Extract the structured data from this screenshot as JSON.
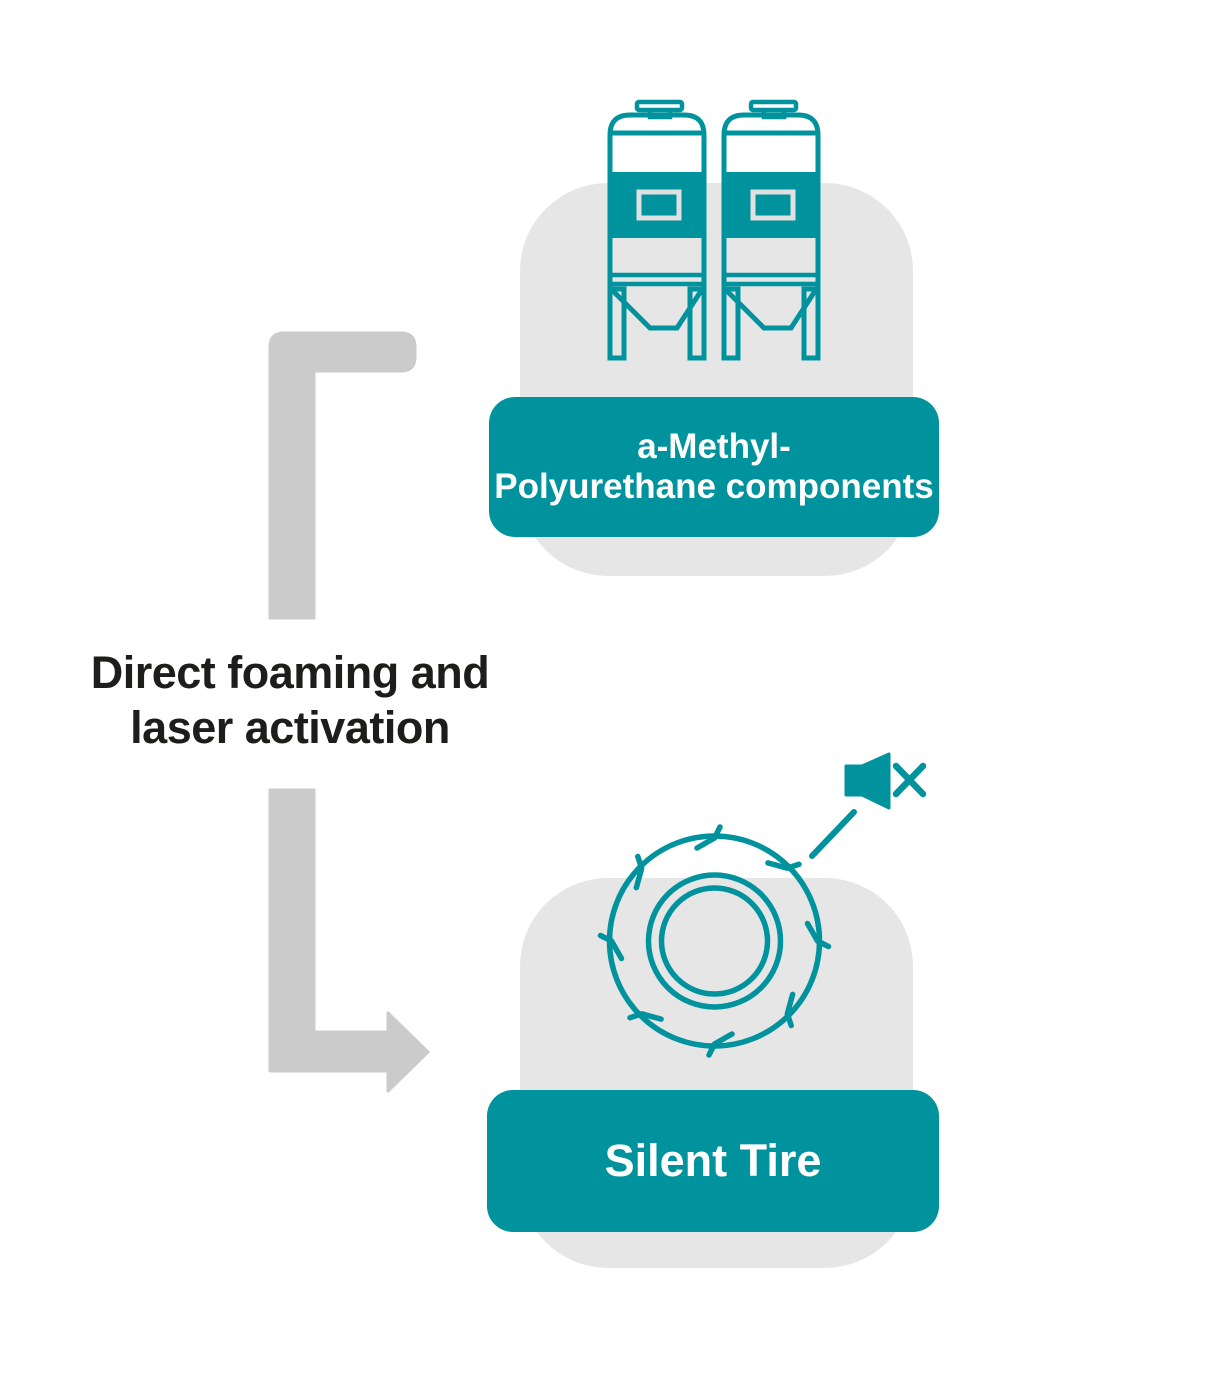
{
  "flow": {
    "source_label": "a-Methyl-\nPolyurethane components",
    "process_label": "Direct foaming and\nlaser activation",
    "result_label": "Silent Tire",
    "source_icon": "storage-silos-icon",
    "result_icons": [
      "tire-icon",
      "muted-speaker-icon",
      "mute-x-icon"
    ]
  },
  "colors": {
    "accent_teal": "#00939e",
    "card_gray": "#e6e6e6",
    "arrow_gray": "#cbcbcb",
    "heading_text": "#1d1d1b",
    "label_text": "#ffffff",
    "silo_window_stroke": "#e0e0e0"
  }
}
